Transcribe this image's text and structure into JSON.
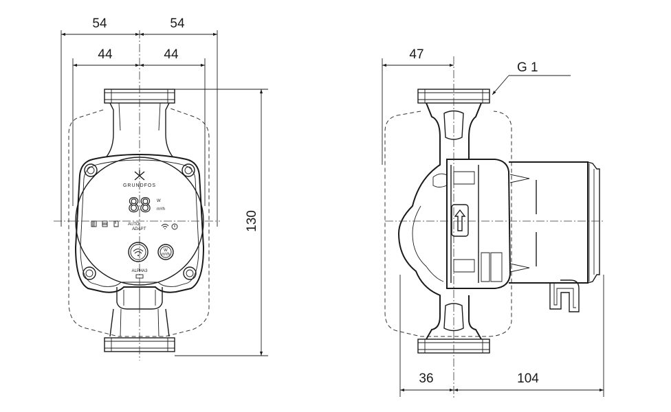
{
  "dimensions": {
    "front_top_outer_left": "54",
    "front_top_outer_right": "54",
    "front_top_inner_left": "44",
    "front_top_inner_right": "44",
    "front_height": "130",
    "side_top": "47",
    "side_thread": "G 1",
    "side_bottom_left": "36",
    "side_bottom_right": "104"
  },
  "panel": {
    "brand": "GRUNDFOS",
    "display": "88",
    "unit_power": "W",
    "unit_flow": "m³/h",
    "mode_auto": "AUTO",
    "mode_adapt": "ADAPT",
    "button_unit_top": "W",
    "button_unit_bottom": "m³/h",
    "model": "ALPHA3"
  },
  "colors": {
    "line": "#1a1a1a",
    "background": "#ffffff"
  }
}
